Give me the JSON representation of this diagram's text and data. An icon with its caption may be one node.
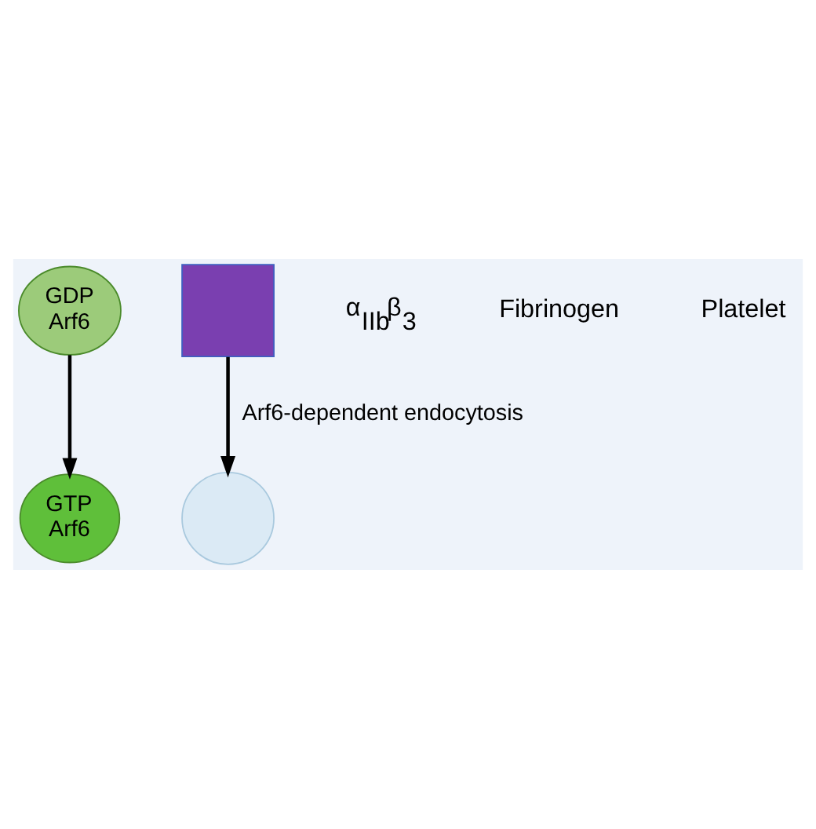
{
  "diagram": {
    "nodes": [
      {
        "text": [
          "GDP",
          "Arf6"
        ]
      },
      {
        "text": [
          "GTP",
          "Arf6"
        ]
      },
      {
        "text": [],
        "shape": "box"
      },
      {
        "text": [],
        "shape": "circle"
      }
    ],
    "edges": [
      {
        "from": 0,
        "to": 1,
        "arrow": "to"
      },
      {
        "from": 2,
        "to": 3,
        "arrow": "to",
        "label": "Arf6-dependent endocytosis"
      }
    ],
    "labels": [
      "α$_{IIb}$β$_{3}$",
      "Fibrinogen",
      "Platelet"
    ]
  }
}
